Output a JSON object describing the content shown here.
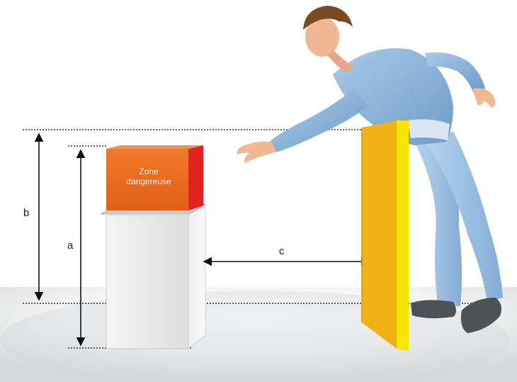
{
  "labels": {
    "a": "a",
    "b": "b",
    "c": "c",
    "zone_line1": "Zone",
    "zone_line2": "dangereuse"
  },
  "colors": {
    "zone_front": "#e96a1e",
    "zone_side": "#e32222",
    "barrier_front": "#f2b113",
    "barrier_side": "#f5e600",
    "pedestal": "#e9e9e9",
    "shirt": "#8ab4dc",
    "pants": "#9bc3e6",
    "skin": "#f1b894",
    "hair": "#7a4a24",
    "shoes": "#4d5257",
    "floor": "#d4d6d8"
  }
}
